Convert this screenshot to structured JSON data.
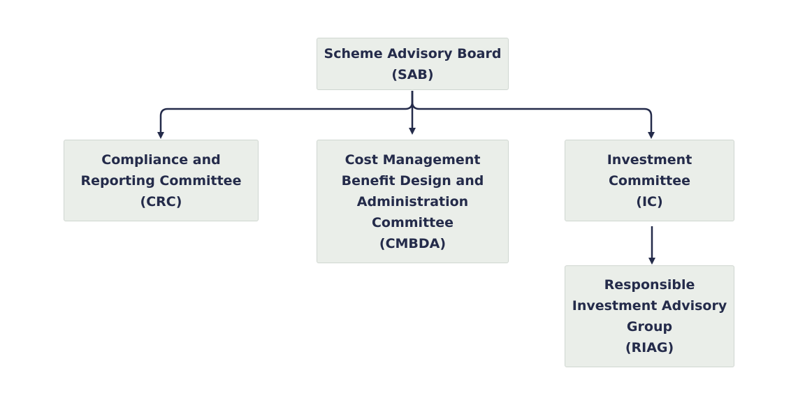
{
  "diagram": {
    "colors": {
      "node_fill": "#eaeee9",
      "node_border": "#cfd6d0",
      "text": "#242b4a",
      "connector": "#242b4a"
    },
    "nodes": {
      "sab": {
        "label": "Scheme Advisory Board\n(SAB)"
      },
      "crc": {
        "label": "Compliance and\nReporting Committee\n(CRC)"
      },
      "cmbda": {
        "label": "Cost Management\nBenefit Design and\nAdministration\nCommittee\n(CMBDA)"
      },
      "ic": {
        "label": "Investment\nCommittee\n(IC)"
      },
      "riag": {
        "label": "Responsible\nInvestment Advisory\nGroup\n(RIAG)"
      }
    },
    "edges": [
      {
        "from": "sab",
        "to": "crc"
      },
      {
        "from": "sab",
        "to": "cmbda"
      },
      {
        "from": "sab",
        "to": "ic"
      },
      {
        "from": "ic",
        "to": "riag"
      }
    ]
  }
}
